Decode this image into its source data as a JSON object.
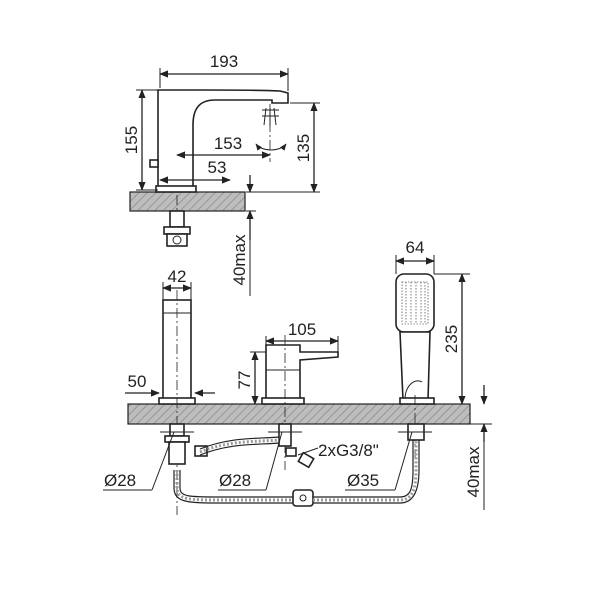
{
  "dimensions": {
    "spout_length": "193",
    "basin_height": "155",
    "spout_reach": "153",
    "outlet_height": "135",
    "base_diameter_top": "53",
    "deck_thickness_top": "40max",
    "spout_width": "42",
    "spout_base": "50",
    "mixer_height": "77",
    "mixer_length": "105",
    "shower_width": "64",
    "shower_height": "235",
    "deck_thickness_bottom": "40max",
    "hole_spout": "Ø28",
    "hole_mixer": "Ø28",
    "hole_shower": "Ø35",
    "connection": "2xG3/8\""
  }
}
